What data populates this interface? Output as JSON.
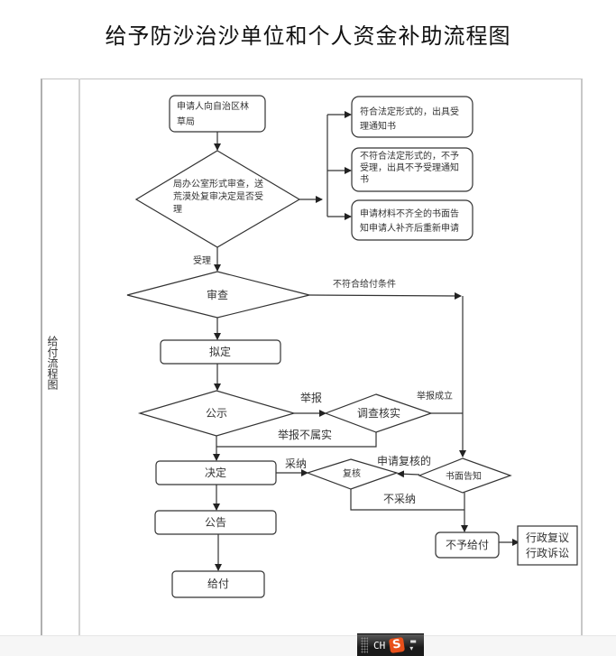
{
  "title": "给予防沙治沙单位和个人资金补助流程图",
  "lane_label": "给付流程图",
  "nodes": {
    "apply": [
      "申请人向自治区林",
      "草局"
    ],
    "office_review": [
      "局办公室形式审查，送",
      "荒漠处复审决定是否受",
      "理"
    ],
    "accept_notice": [
      "符合法定形式的，出具受",
      "理通知书"
    ],
    "reject_notice": [
      "不符合法定形式的，不予",
      "受理，出具不予受理通知",
      "书"
    ],
    "supplement_notice": [
      "申请材料不齐全的书面告",
      "知申请人补齐后重新申请"
    ],
    "review": "审查",
    "draft": "拟定",
    "publicize": "公示",
    "investigate": "调查核实",
    "decide": "决定",
    "reconsider": "复核",
    "written_notice": "书面告知",
    "announce": "公告",
    "pay": "给付",
    "no_pay": "不予给付",
    "admin_remedy": [
      "行政复议",
      "行政诉讼"
    ]
  },
  "edge_labels": {
    "accepted": "受理",
    "not_eligible": "不符合给付条件",
    "report": "举报",
    "report_valid": "举报成立",
    "report_invalid": "举报不属实",
    "adopt": "采纳",
    "apply_reconsider": "申请复核的",
    "not_adopt": "不采纳"
  },
  "ime": {
    "lang": "CH",
    "logo": "S",
    "menu": "▾"
  }
}
